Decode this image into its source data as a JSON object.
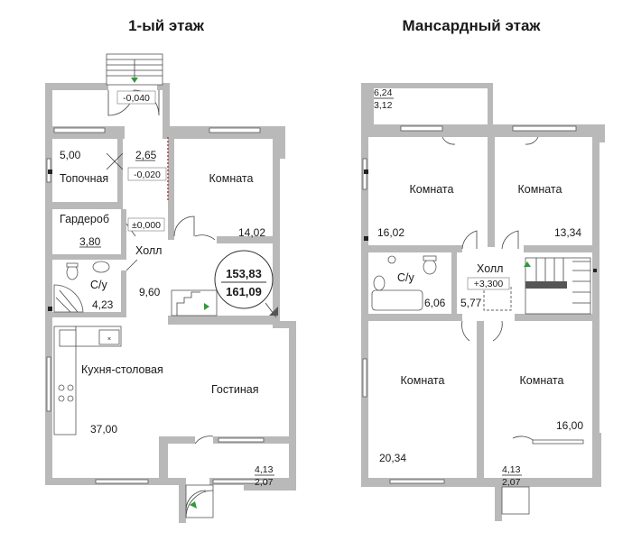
{
  "floors": [
    {
      "title": "1-ый этаж",
      "rooms": {
        "topochnaya": {
          "label": "Топочная",
          "area": "5,00"
        },
        "tambur_area": "2,65",
        "garderob": {
          "label": "Гардероб",
          "area": "3,80"
        },
        "komnata": {
          "label": "Комната",
          "area": "14,02"
        },
        "holl": {
          "label": "Холл",
          "area": "9,60"
        },
        "su": {
          "label": "С/у",
          "area": "4,23"
        },
        "kitchen": {
          "label": "Кухня-столовая",
          "area": "37,00"
        },
        "living": {
          "label": "Гостиная"
        }
      },
      "levels": [
        "-0,040",
        "-0,020",
        "±0,000"
      ],
      "totals": [
        "153,83",
        "161,09"
      ],
      "porch": [
        "4,13",
        "2,07"
      ]
    },
    {
      "title": "Мансардный этаж",
      "rooms": {
        "balcony": [
          "6,24",
          "3,12"
        ],
        "komnata_tl": {
          "label": "Комната",
          "area": "16,02"
        },
        "komnata_tr": {
          "label": "Комната",
          "area": "13,34"
        },
        "su": {
          "label": "С/у",
          "area": "6,06"
        },
        "holl": {
          "label": "Холл",
          "area": "5,77"
        },
        "komnata_bl": {
          "label": "Комната",
          "area": "20,34"
        },
        "komnata_br": {
          "label": "Комната",
          "area": "16,00"
        }
      },
      "levels": [
        "+3,300"
      ],
      "porch": [
        "4,13",
        "2,07"
      ]
    }
  ],
  "colors": {
    "wall": "#b9b9b9",
    "arrow": "#2e9b3a",
    "text": "#1a1a1a"
  }
}
